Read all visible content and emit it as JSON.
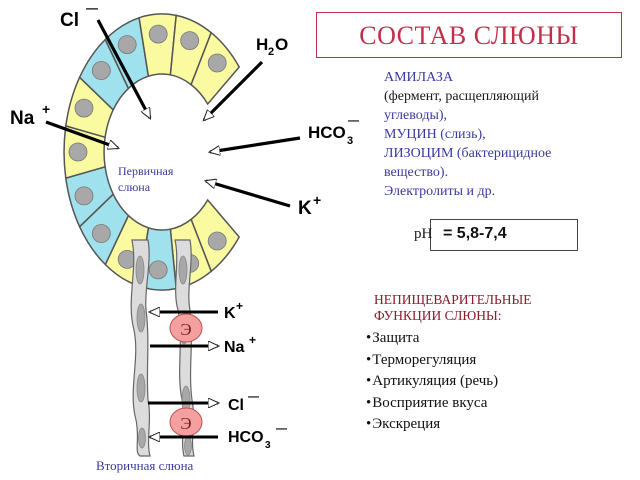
{
  "title": "СОСТАВ СЛЮНЫ",
  "composition": {
    "amylase": "АМИЛАЗА",
    "amylase_desc_1": "(фермент, расщепляющий",
    "amylase_desc_2": "углеводы),",
    "mucin": "МУЦИН (слизь),",
    "lysozyme": "ЛИЗОЦИМ (бактерицидное",
    "lysozyme_desc": "вещество).",
    "electrolytes": "Электролиты и др."
  },
  "ph": {
    "label": "pH",
    "value": "= 5,8-7,4"
  },
  "non_digestive": {
    "heading_1": "НЕПИЩЕВАРИТЕЛЬНЫЕ",
    "heading_2": "ФУНКЦИИ СЛЮНЫ:",
    "items": [
      "Защита",
      "Терморегуляция",
      "Артикуляция (речь)",
      "Восприятие вкуса",
      "Экскреция"
    ]
  },
  "diagram": {
    "primary_1": "Первичная",
    "primary_2": "слюна",
    "secondary": "Вторичная слюна",
    "duct_cell": "Э",
    "ions": {
      "cl": "Cl",
      "minus": "—",
      "h2o_h": "H",
      "h2o_2": "2",
      "h2o_o": "O",
      "na": "Na",
      "plus": "+",
      "hco3_hco": "HCO",
      "hco3_3": "3",
      "k": "K"
    }
  },
  "colors": {
    "cell_blue": "#9fe2ee",
    "cell_yellow": "#fafaa0",
    "nucleus": "#a8a8a8",
    "duct_cell": "#f4a0a0",
    "title": "#c0304a",
    "text_blue": "#3a3aa0",
    "heading_red": "#8a1c2c"
  }
}
